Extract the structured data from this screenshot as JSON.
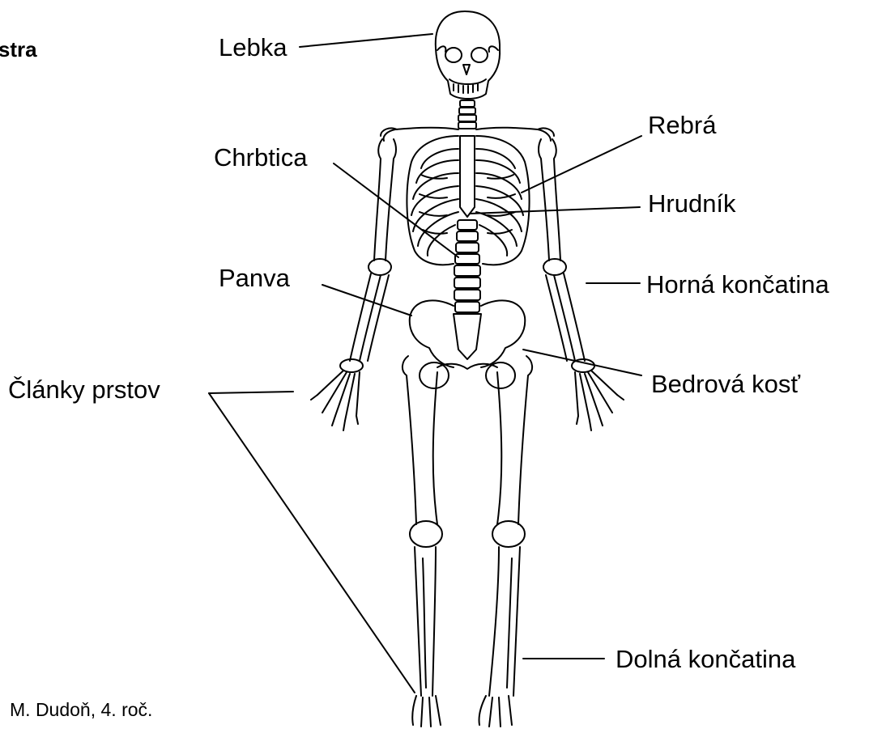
{
  "title": "ostra",
  "credit": "M. Dudoň, 4. roč.",
  "labels": {
    "lebka": "Lebka",
    "rebra": "Rebrá",
    "chrbtica": "Chrbtica",
    "hrudnik": "Hrudník",
    "panva": "Panva",
    "horna_koncatina": "Horná končatina",
    "clanky_prstov": "Články prstov",
    "bedrova_kost": "Bedrová kosť",
    "dolna_koncatina": "Dolná končatina"
  },
  "colors": {
    "ink": "#000000",
    "background": "#ffffff"
  }
}
